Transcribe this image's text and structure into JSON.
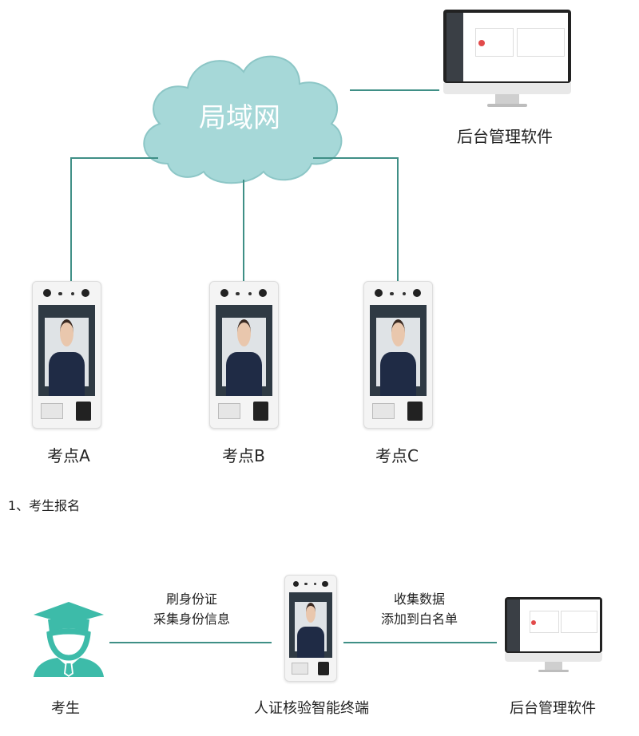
{
  "top_diagram": {
    "network_label": "局域网",
    "server_label": "后台管理软件",
    "sites": [
      {
        "label": "考点A"
      },
      {
        "label": "考点B"
      },
      {
        "label": "考点C"
      }
    ]
  },
  "section": {
    "title": "1、考生报名"
  },
  "bottom_diagram": {
    "student_label": "考生",
    "step1_line1": "刷身份证",
    "step1_line2": "采集身份信息",
    "terminal_label": "人证核验智能终端",
    "step2_line1": "收集数据",
    "step2_line2": "添加到白名单",
    "server_label": "后台管理软件"
  },
  "colors": {
    "accent": "#3f8f86",
    "cloud": "#a6d8d8",
    "student_icon": "#3dbba9"
  }
}
